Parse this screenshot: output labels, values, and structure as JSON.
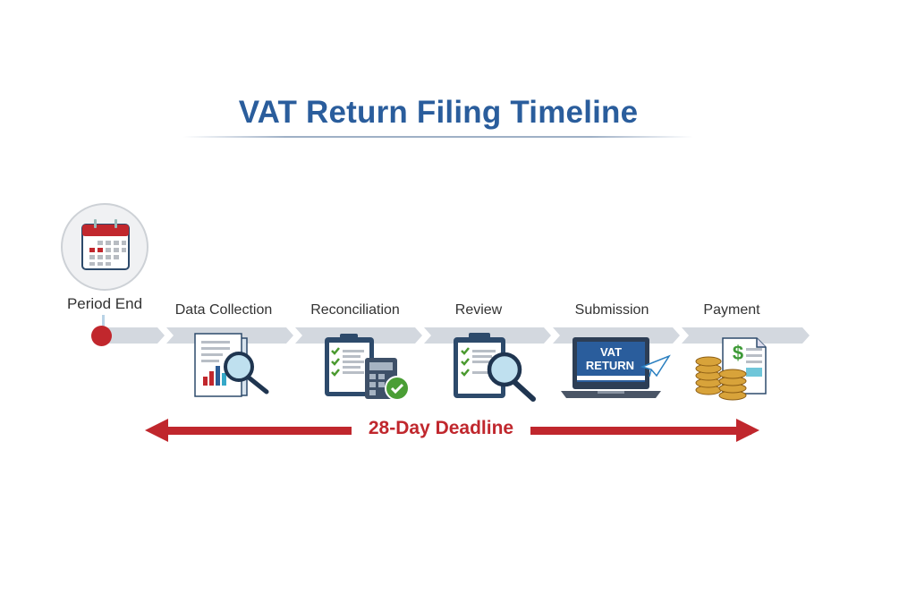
{
  "title": "VAT Return Filing Timeline",
  "start": {
    "label": "Period End",
    "icon": "calendar-icon"
  },
  "steps": [
    {
      "label": "Data Collection",
      "icon": "document-magnifier-icon"
    },
    {
      "label": "Reconciliation",
      "icon": "clipboard-calculator-icon"
    },
    {
      "label": "Review",
      "icon": "clipboard-magnifier-icon"
    },
    {
      "label": "Submission",
      "icon": "laptop-send-icon",
      "screen_text": [
        "VAT",
        "RETURN"
      ]
    },
    {
      "label": "Payment",
      "icon": "coins-invoice-icon",
      "symbol": "$"
    }
  ],
  "deadline": {
    "label": "28-Day Deadline"
  },
  "colors": {
    "title": "#2a5d9c",
    "accent_red": "#c0272d",
    "band": "#d3d8df",
    "navy": "#2d4a6b"
  }
}
